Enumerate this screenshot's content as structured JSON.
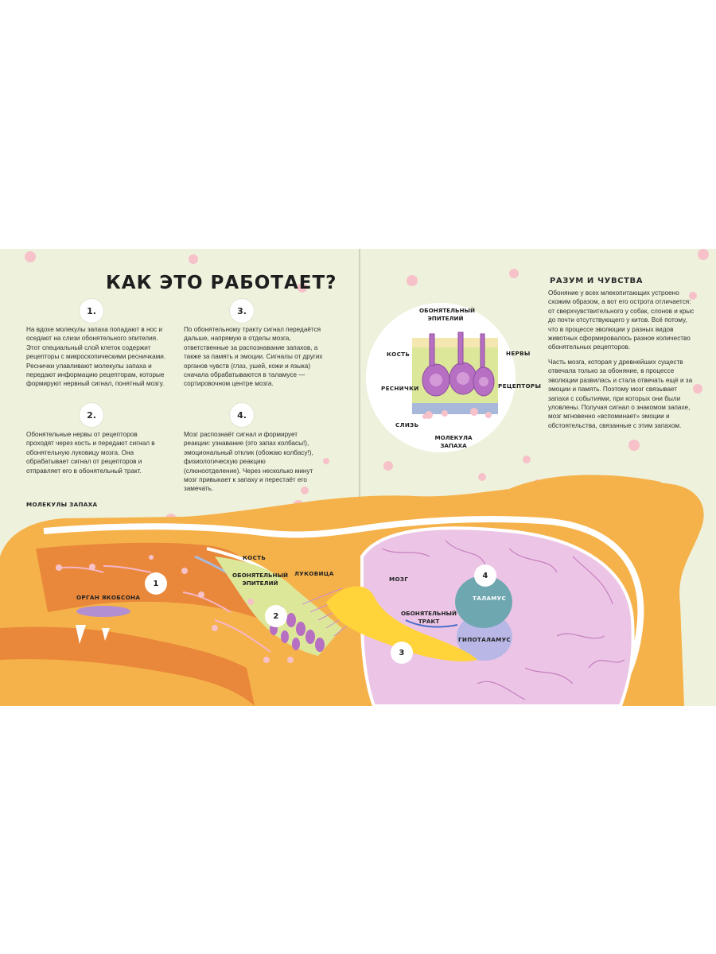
{
  "page_title": "Как это работает?",
  "steps": [
    {
      "number": "1.",
      "text": "На вдохе молекулы запаха попадают в нос и оседают на слизи обонятельного эпителия. Этот специальный слой клеток содержит рецепторы с микроскопическими ресничками. Реснички улавливают молекулы запаха и передают информацию рецепторам, которые формируют нервный сигнал, понятный мозгу."
    },
    {
      "number": "2.",
      "text": "Обонятельные нервы от рецепторов проходят через кость и передают сигнал в обонятельную луковицу мозга. Она обрабатывает сигнал от рецепторов и отправляет его в обонятельный тракт."
    },
    {
      "number": "3.",
      "text": "По обонятельному тракту сигнал передаётся дальше, напрямую в отделы мозга, ответственные за распознавание запахов, а также за память и эмоции. Сигналы от других органов чувств (глаз, ушей, кожи и языка) сначала обрабатываются в таламусе — сортировочном центре мозга."
    },
    {
      "number": "4.",
      "text": "Мозг распознаёт сигнал и формирует реакции: узнавание (это запах колбасы!), эмоциональный отклик (обожаю колбасу!), физиологическую реакцию (слюноотделение). Через несколько минут мозг привыкает к запаху и перестаёт его замечать."
    }
  ],
  "side": {
    "title": "Разум и чувства",
    "paragraphs": [
      "Обоняние у всех млекопитающих устроено схожим образом, а вот его острота отличается: от сверхчувствительного у собак, слонов и крыс до почти отсутствующего у китов. Всё потому, что в процессе эволюции у разных видов животных сформировалось разное количество обонятельных рецепторов.",
      "Часть мозга, которая у древнейших существ отвечала только за обоняние, в процессе эволюции развилась и стала отвечать ещё и за эмоции и память. Поэтому мозг связывает запахи с событиями, при которых они были уловлены. Получая сигнал о знакомом запахе, мозг мгновенно «вспоминает» эмоции и обстоятельства, связанные с этим запахом."
    ]
  },
  "inset": {
    "epithelium": "Обонятельный эпителий",
    "bone": "Кость",
    "nerves": "Нервы",
    "cilia": "Реснички",
    "receptors": "Рецепторы",
    "mucus": "Слизь",
    "molecule": "Молекула запаха"
  },
  "diagram": {
    "odor_molecules": "Молекулы запаха",
    "jacobson": "Орган Якобсона",
    "bone": "Кость",
    "epithelium": "Обонятельный эпителий",
    "bulb": "Луковица",
    "brain": "Мозг",
    "tract": "Обонятельный тракт",
    "thalamus": "Таламус",
    "hypothalamus": "Гипоталамус",
    "markers": [
      "1",
      "2",
      "3",
      "4"
    ]
  },
  "colors": {
    "background": "#eef1dc",
    "head": "#f6b24a",
    "nasal_cavity": "#e9883a",
    "brain": "#ecc5e6",
    "thalamus": "#6fa7b1",
    "hypothalamus": "#b8b7e6",
    "bulb": "#ffd33a",
    "epithelium": "#dde79a",
    "neurons": "#b66fc3",
    "dots": "#f7c1c9"
  }
}
